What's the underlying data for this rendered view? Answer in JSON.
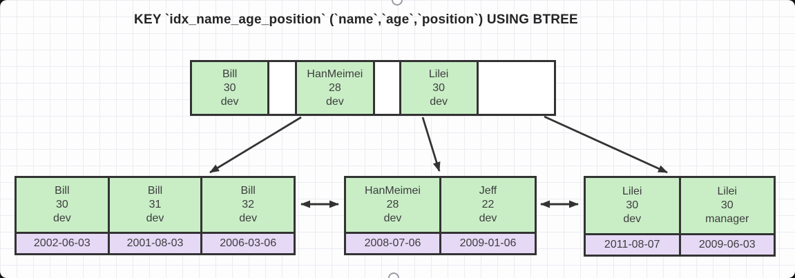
{
  "title": "KEY `idx_name_age_position` (`name`,`age`,`position`) USING BTREE",
  "colors": {
    "index_cell_green": "#c9eec6",
    "data_cell_purple": "#e6d9f6",
    "border": "#333333",
    "grid_line": "#ececf2"
  },
  "root": {
    "entries": [
      {
        "name": "Bill",
        "age": "30",
        "position": "dev"
      },
      {
        "name": "HanMeimei",
        "age": "28",
        "position": "dev"
      },
      {
        "name": "Lilei",
        "age": "30",
        "position": "dev"
      }
    ]
  },
  "leaves": [
    {
      "entries": [
        {
          "name": "Bill",
          "age": "30",
          "position": "dev",
          "date": "2002-06-03"
        },
        {
          "name": "Bill",
          "age": "31",
          "position": "dev",
          "date": "2001-08-03"
        },
        {
          "name": "Bill",
          "age": "32",
          "position": "dev",
          "date": "2006-03-06"
        }
      ]
    },
    {
      "entries": [
        {
          "name": "HanMeimei",
          "age": "28",
          "position": "dev",
          "date": "2008-07-06"
        },
        {
          "name": "Jeff",
          "age": "22",
          "position": "dev",
          "date": "2009-01-06"
        }
      ]
    },
    {
      "entries": [
        {
          "name": "Lilei",
          "age": "30",
          "position": "dev",
          "date": "2011-08-07"
        },
        {
          "name": "Lilei",
          "age": "30",
          "position": "manager",
          "date": "2009-06-03"
        }
      ]
    }
  ]
}
